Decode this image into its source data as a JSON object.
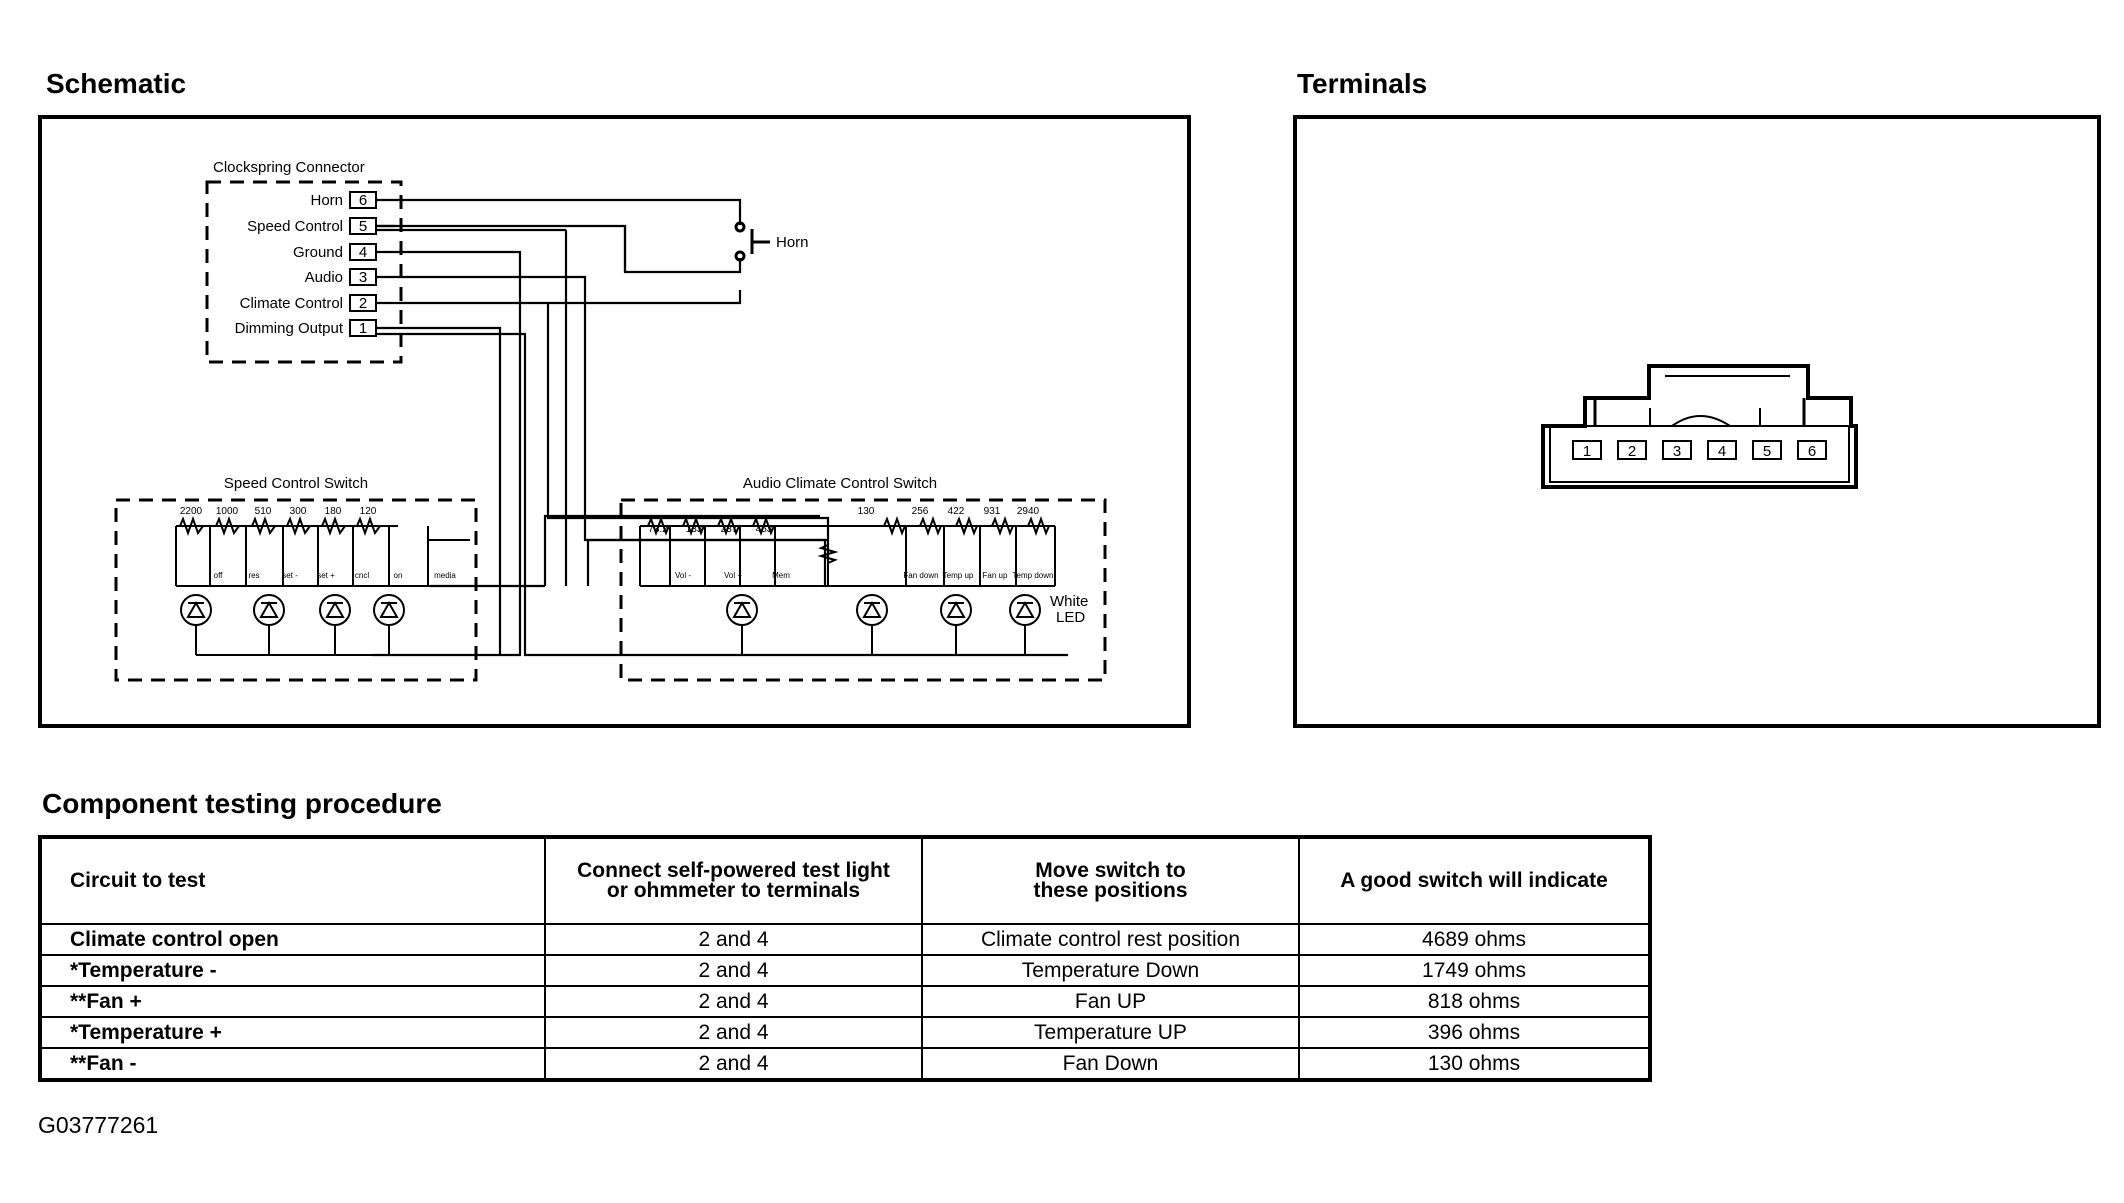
{
  "titles": {
    "schematic": "Schematic",
    "terminals": "Terminals",
    "procedure": "Component testing procedure"
  },
  "schematic": {
    "clockspring": {
      "title": "Clockspring Connector",
      "pins": [
        {
          "label": "Horn",
          "num": "6"
        },
        {
          "label": "Speed Control",
          "num": "5"
        },
        {
          "label": "Ground",
          "num": "4"
        },
        {
          "label": "Audio",
          "num": "3"
        },
        {
          "label": "Climate Control",
          "num": "2"
        },
        {
          "label": "Dimming Output",
          "num": "1"
        }
      ]
    },
    "horn_label": "Horn",
    "speed_switch": {
      "title": "Speed Control Switch",
      "resistors": [
        "2200",
        "1000",
        "510",
        "300",
        "180",
        "120"
      ],
      "buttons": [
        "off",
        "res",
        "set -",
        "set +",
        "cncl",
        "on",
        "media"
      ]
    },
    "audio_switch": {
      "title": "Audio Climate Control Switch",
      "resistors": [
        "73.2",
        "133",
        "237",
        "453",
        "130",
        "256",
        "422",
        "931",
        "2940"
      ],
      "buttons": [
        "Vol -",
        "Vol +",
        "Mem",
        "Fan down",
        "Temp up",
        "Fan up",
        "Temp down"
      ],
      "led_label_1": "White",
      "led_label_2": "LED"
    }
  },
  "terminals": {
    "pins": [
      "1",
      "2",
      "3",
      "4",
      "5",
      "6"
    ]
  },
  "procedure": {
    "headers": [
      {
        "line1": "Circuit to test",
        "line2": ""
      },
      {
        "line1": "Connect self-powered test light",
        "line2": "or ohmmeter to terminals"
      },
      {
        "line1": "Move switch to",
        "line2": "these positions"
      },
      {
        "line1": "A good switch will indicate",
        "line2": ""
      }
    ],
    "rows": [
      {
        "circuit": "Climate control open",
        "terminals": "2 and 4",
        "position": "Climate control rest position",
        "indicate": "4689 ohms"
      },
      {
        "circuit": "*Temperature -",
        "terminals": "2 and 4",
        "position": "Temperature Down",
        "indicate": "1749 ohms"
      },
      {
        "circuit": "**Fan +",
        "terminals": "2 and 4",
        "position": "Fan UP",
        "indicate": "818 ohms"
      },
      {
        "circuit": "*Temperature +",
        "terminals": "2 and 4",
        "position": "Temperature UP",
        "indicate": "396 ohms"
      },
      {
        "circuit": "**Fan -",
        "terminals": "2 and 4",
        "position": "Fan Down",
        "indicate": "130 ohms"
      }
    ]
  },
  "figure_id": "G03777261"
}
